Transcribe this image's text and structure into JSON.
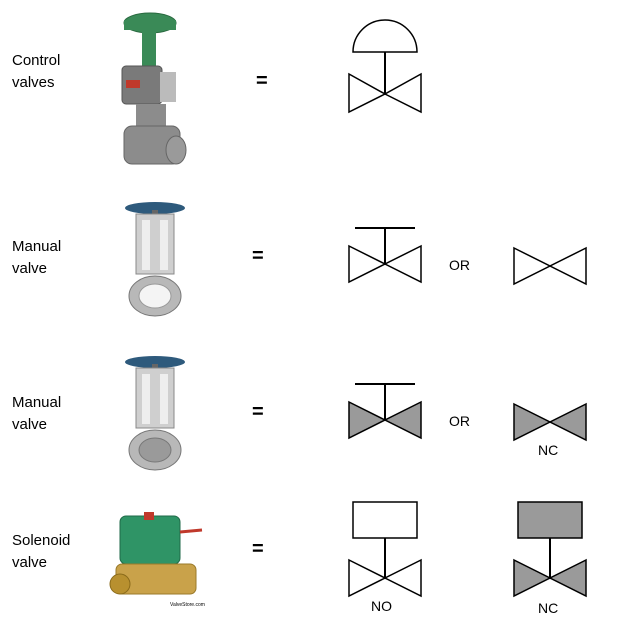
{
  "rows": [
    {
      "label_line1": "Control",
      "label_line2": "valves",
      "equals": "="
    },
    {
      "label_line1": "Manual",
      "label_line2": "valve",
      "equals": "=",
      "or": "OR"
    },
    {
      "label_line1": "Manual",
      "label_line2": "valve",
      "equals": "=",
      "or": "OR",
      "right_caption": "NC"
    },
    {
      "label_line1": "Solenoid",
      "label_line2": "valve",
      "equals": "=",
      "left_caption": "NO",
      "right_caption": "NC"
    }
  ],
  "photo_watermark": "ValveStore.com",
  "colors": {
    "fill_gray": "#9a9a9a",
    "stroke": "#000000",
    "actuator_green": "#3a8a57",
    "valve_gray": "#8c8c8c",
    "handwheel_blue": "#2e5a7c",
    "solenoid_green": "#2f9466",
    "brass": "#c9a24a"
  }
}
